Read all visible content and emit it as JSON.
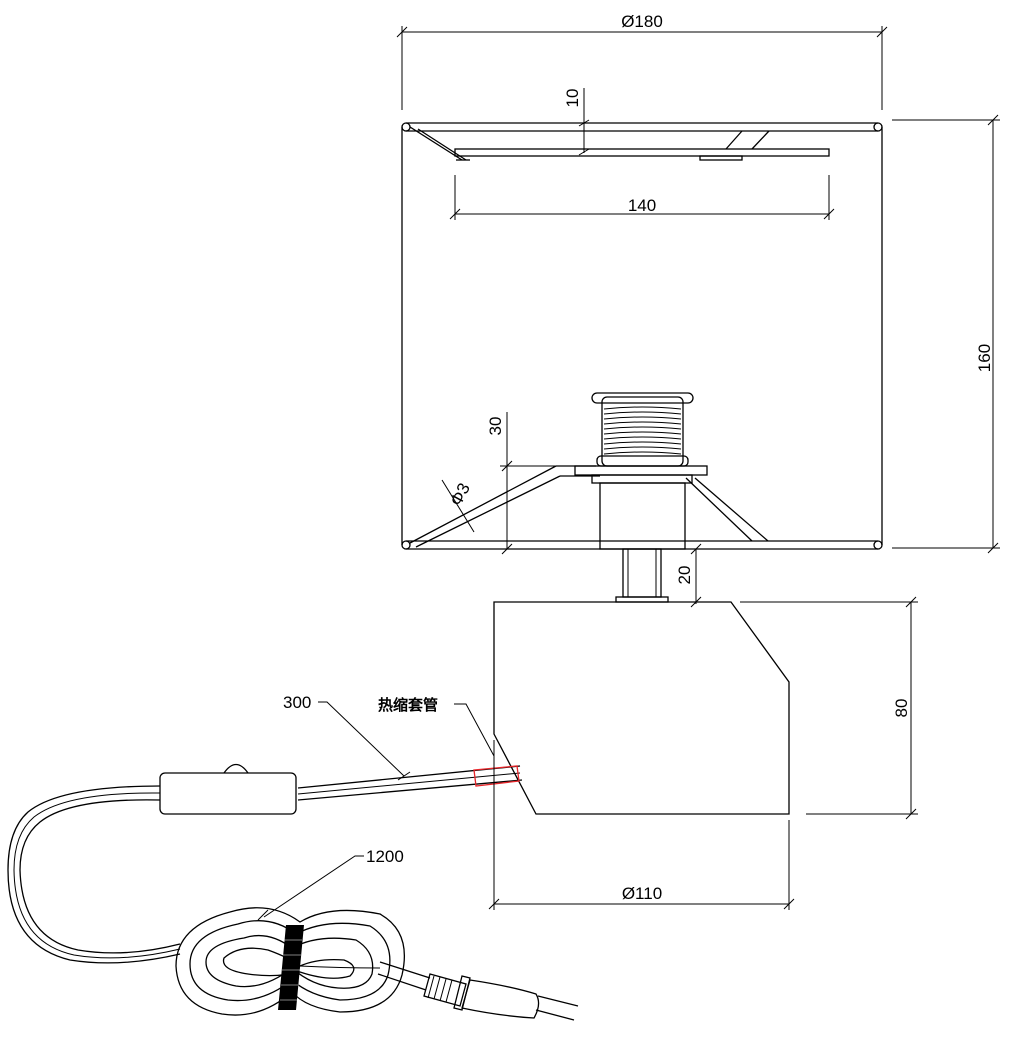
{
  "dimensions": {
    "shade_diameter": "Ø180",
    "ring_gap": "10",
    "ring_width": "140",
    "shade_height": "160",
    "holder_height": "30",
    "wire_diameter": "Φ3",
    "neck_height": "20",
    "base_height": "80",
    "base_diameter": "Ø110",
    "cord_to_switch": "300",
    "cord_to_plug": "1200"
  },
  "labels": {
    "heat_shrink": "热缩套管"
  },
  "colors": {
    "line": "#000000",
    "heat_shrink": "#e8262b"
  }
}
